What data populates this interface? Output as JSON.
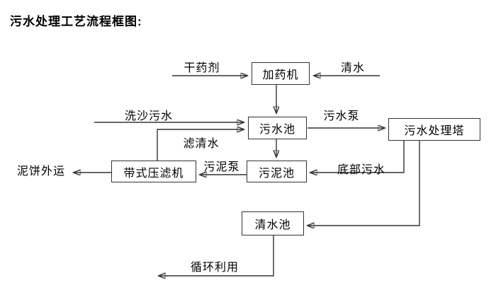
{
  "title": "污水处理工艺流程框图:",
  "diagram": {
    "type": "flowchart",
    "colors": {
      "background": "#ffffff",
      "line": "#333333",
      "text": "#000000",
      "node_border": "#333333",
      "node_fill": "#ffffff"
    },
    "nodes": [
      {
        "id": "dosing-machine",
        "label": "加药机"
      },
      {
        "id": "sewage-pool",
        "label": "污水池"
      },
      {
        "id": "sewage-treatment-tower",
        "label": "污水处理塔"
      },
      {
        "id": "sludge-pool",
        "label": "污泥池"
      },
      {
        "id": "belt-filter-press",
        "label": "带式压滤机"
      },
      {
        "id": "clear-water-pool",
        "label": "清水池"
      }
    ],
    "edge_labels": [
      {
        "id": "dry-agent",
        "label": "干药剂"
      },
      {
        "id": "clear-water",
        "label": "清水"
      },
      {
        "id": "sand-washing-sewage",
        "label": "洗沙污水"
      },
      {
        "id": "sewage-pump",
        "label": "污水泵"
      },
      {
        "id": "filtered-water",
        "label": "滤清水"
      },
      {
        "id": "sludge-pump",
        "label": "污泥泵"
      },
      {
        "id": "bottom-sewage",
        "label": "底部污水"
      },
      {
        "id": "mud-cake-outbound",
        "label": "泥饼外运"
      },
      {
        "id": "recycling",
        "label": "循环利用"
      }
    ],
    "flows": [
      "干药剂 → 加药机",
      "清水 → 加药机",
      "加药机 → 污水池",
      "洗沙污水 → 污水池",
      "带式压滤机 → 滤清水 → 污水池",
      "污水池 → 污水泵 → 污水处理塔",
      "污水池 → 污泥池",
      "污水处理塔 → 底部污水 → 污泥池",
      "污泥池 → 污泥泵 → 带式压滤机",
      "带式压滤机 → 泥饼外运",
      "污水处理塔 → 清水池",
      "清水池 → 循环利用"
    ]
  }
}
